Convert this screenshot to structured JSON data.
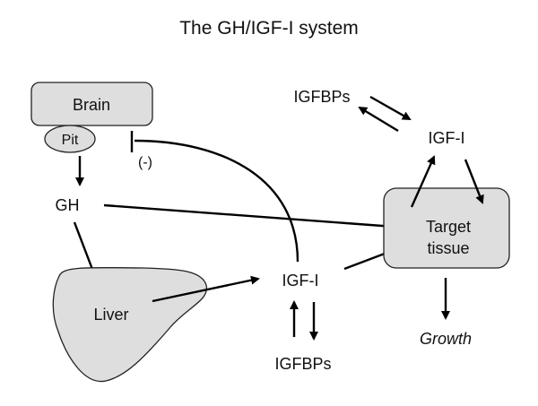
{
  "title": "The GH/IGF-I system",
  "nodes": {
    "brain": "Brain",
    "pit": "Pit",
    "gh": "GH",
    "liver": "Liver",
    "igf_center": "IGF-I",
    "igfbps_bottom": "IGFBPs",
    "igfbps_top": "IGFBPs",
    "igf_top": "IGF-I",
    "target_line1": "Target",
    "target_line2": "tissue",
    "growth": "Growth"
  },
  "inhibition_label": "(-)",
  "colors": {
    "shape_fill": "#dedede",
    "stroke": "#000000"
  }
}
